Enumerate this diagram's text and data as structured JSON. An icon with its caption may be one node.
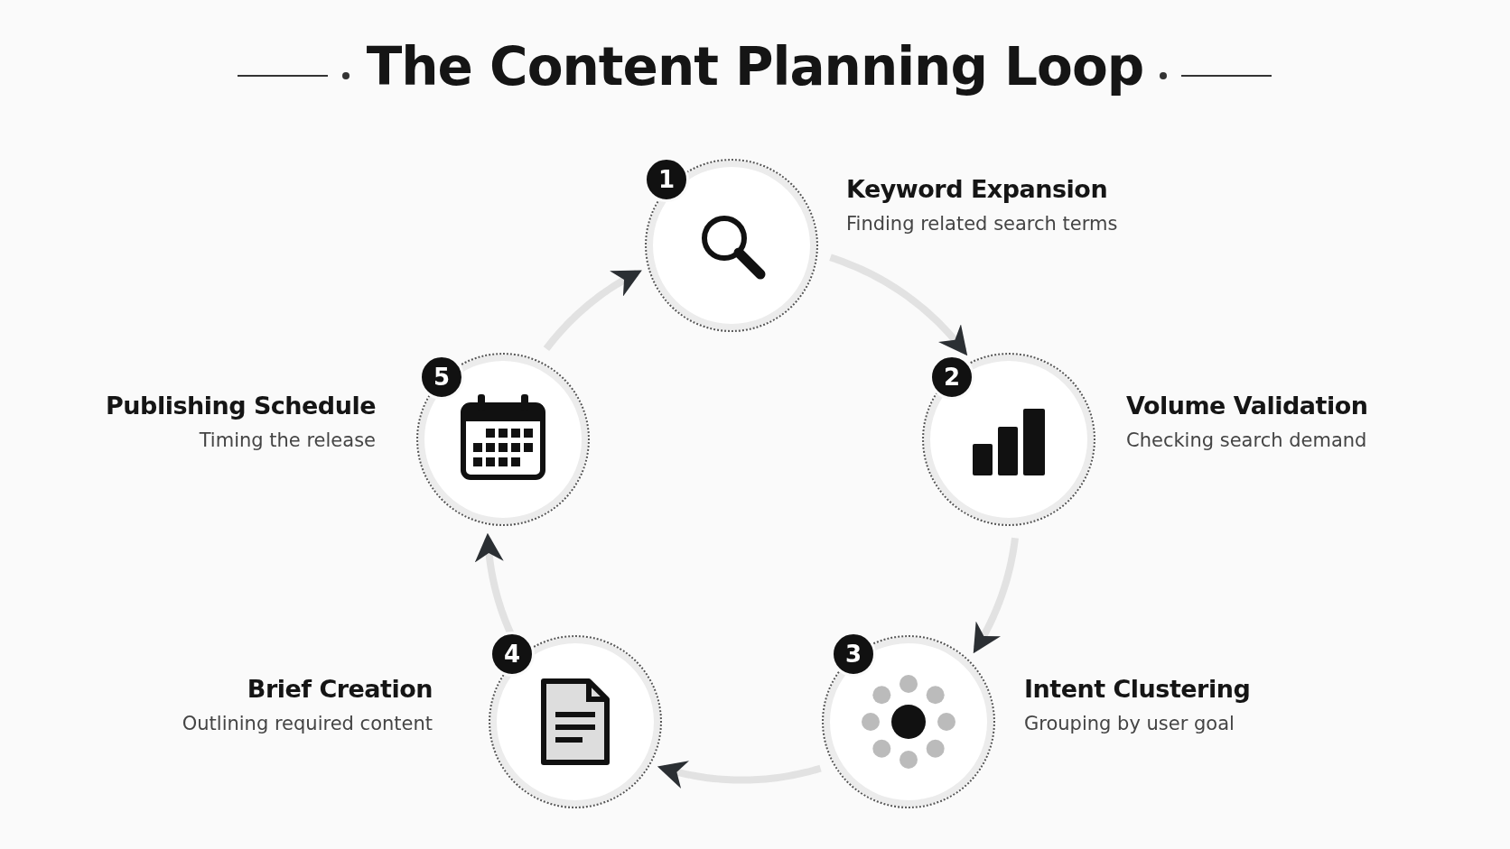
{
  "diagram": {
    "title": "The Content Planning Loop",
    "nodes": [
      {
        "text": [
          "1",
          "Keyword Expansion",
          "Finding related search terms"
        ]
      },
      {
        "text": [
          "2",
          "Volume Validation",
          "Checking search demand"
        ]
      },
      {
        "text": [
          "3",
          "Intent Clustering",
          "Grouping by user goal"
        ]
      },
      {
        "text": [
          "4",
          "Brief Creation",
          "Outlining required content"
        ]
      },
      {
        "text": [
          "5",
          "Publishing Schedule",
          "Timing the release"
        ]
      }
    ],
    "edges": [
      {
        "from": 0,
        "to": 1,
        "arrow": "to"
      },
      {
        "from": 1,
        "to": 2,
        "arrow": "to"
      },
      {
        "from": 2,
        "to": 3,
        "arrow": "to"
      },
      {
        "from": 3,
        "to": 4,
        "arrow": "to"
      },
      {
        "from": 4,
        "to": 0,
        "arrow": "to"
      }
    ]
  }
}
